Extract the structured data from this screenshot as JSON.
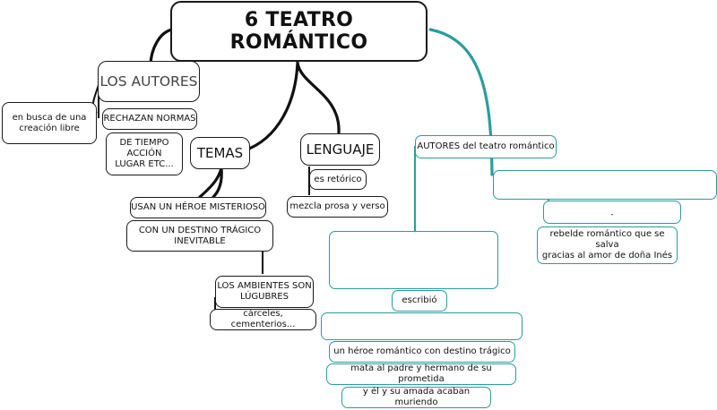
{
  "title": "6 TEATRO ROMÁNTICO",
  "autores": {
    "label": "LOS AUTORES",
    "note": "en busca de una\ncreación libre",
    "rechazan": "RECHAZAN NORMAS",
    "unidades": "DE TIEMPO\nACCIÓN\nLUGAR ETC..."
  },
  "temas": {
    "label": "TEMAS",
    "heroe": "USAN UN HÉROE MISTERIOSO",
    "destino": "CON UN DESTINO TRÁGICO\nINEVITABLE",
    "ambientes": "LOS AMBIENTES SON\nLÚGUBRES",
    "lugares": "cárceles, cementerios..."
  },
  "lenguaje": {
    "label": "LENGUAJE",
    "retorico": "es retórico",
    "mezcla": "mezcla prosa y verso"
  },
  "autores_teatro": {
    "label": "AUTORES del teatro romántico",
    "blank_1": "",
    "blank_2": "",
    "blank_2_mark": "-",
    "rebelde": "rebelde romántico que se salva\ngracias al amor de doña Inés",
    "blank_3": "",
    "escribio": "escribió",
    "blank_4": "",
    "heroe_tragico": "un héroe romántico con destino trágico",
    "mata": "mata al padre y hermano de su prometida",
    "mueren": "y él y su amada acaban muriendo"
  },
  "colors": {
    "black_link": "#111111",
    "teal_link": "#2b9c9c",
    "border": "#1a1a1a"
  }
}
